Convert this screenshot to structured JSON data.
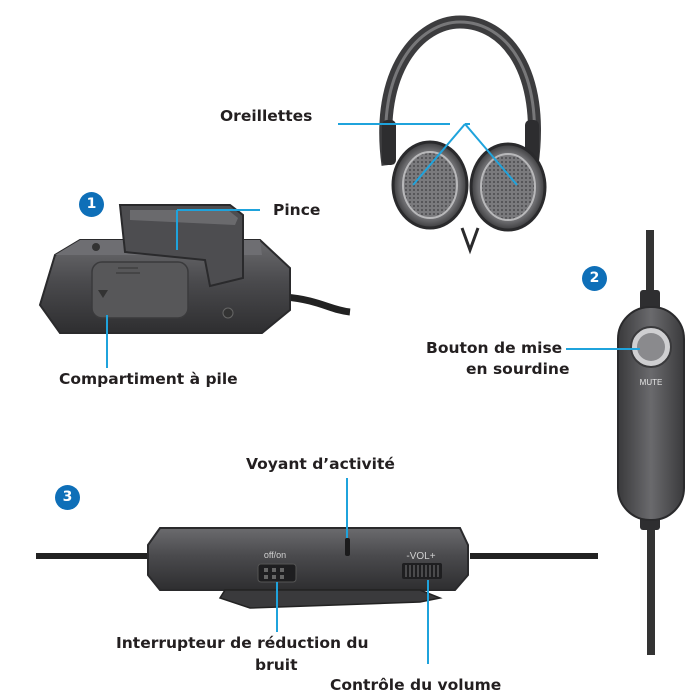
{
  "badges": {
    "one": "1",
    "two": "2",
    "three": "3"
  },
  "labels": {
    "earcups": "Oreillettes",
    "clip": "Pince",
    "battery": "Compartiment à pile",
    "mute_line1": "Bouton de mise",
    "mute_line2": "en sourdine",
    "activity": "Voyant d’activité",
    "noise_line1": "Interrupteur de réduction du",
    "noise_line2": "bruit",
    "volume": "Contrôle du volume"
  },
  "device_text": {
    "mute": "MUTE",
    "offon": "off/on",
    "vol": "-VOL+"
  },
  "colors": {
    "callout": "#1fa3dc",
    "badge": "#0e6fb8",
    "body": "#4a4a4c",
    "label": "#231f20"
  }
}
